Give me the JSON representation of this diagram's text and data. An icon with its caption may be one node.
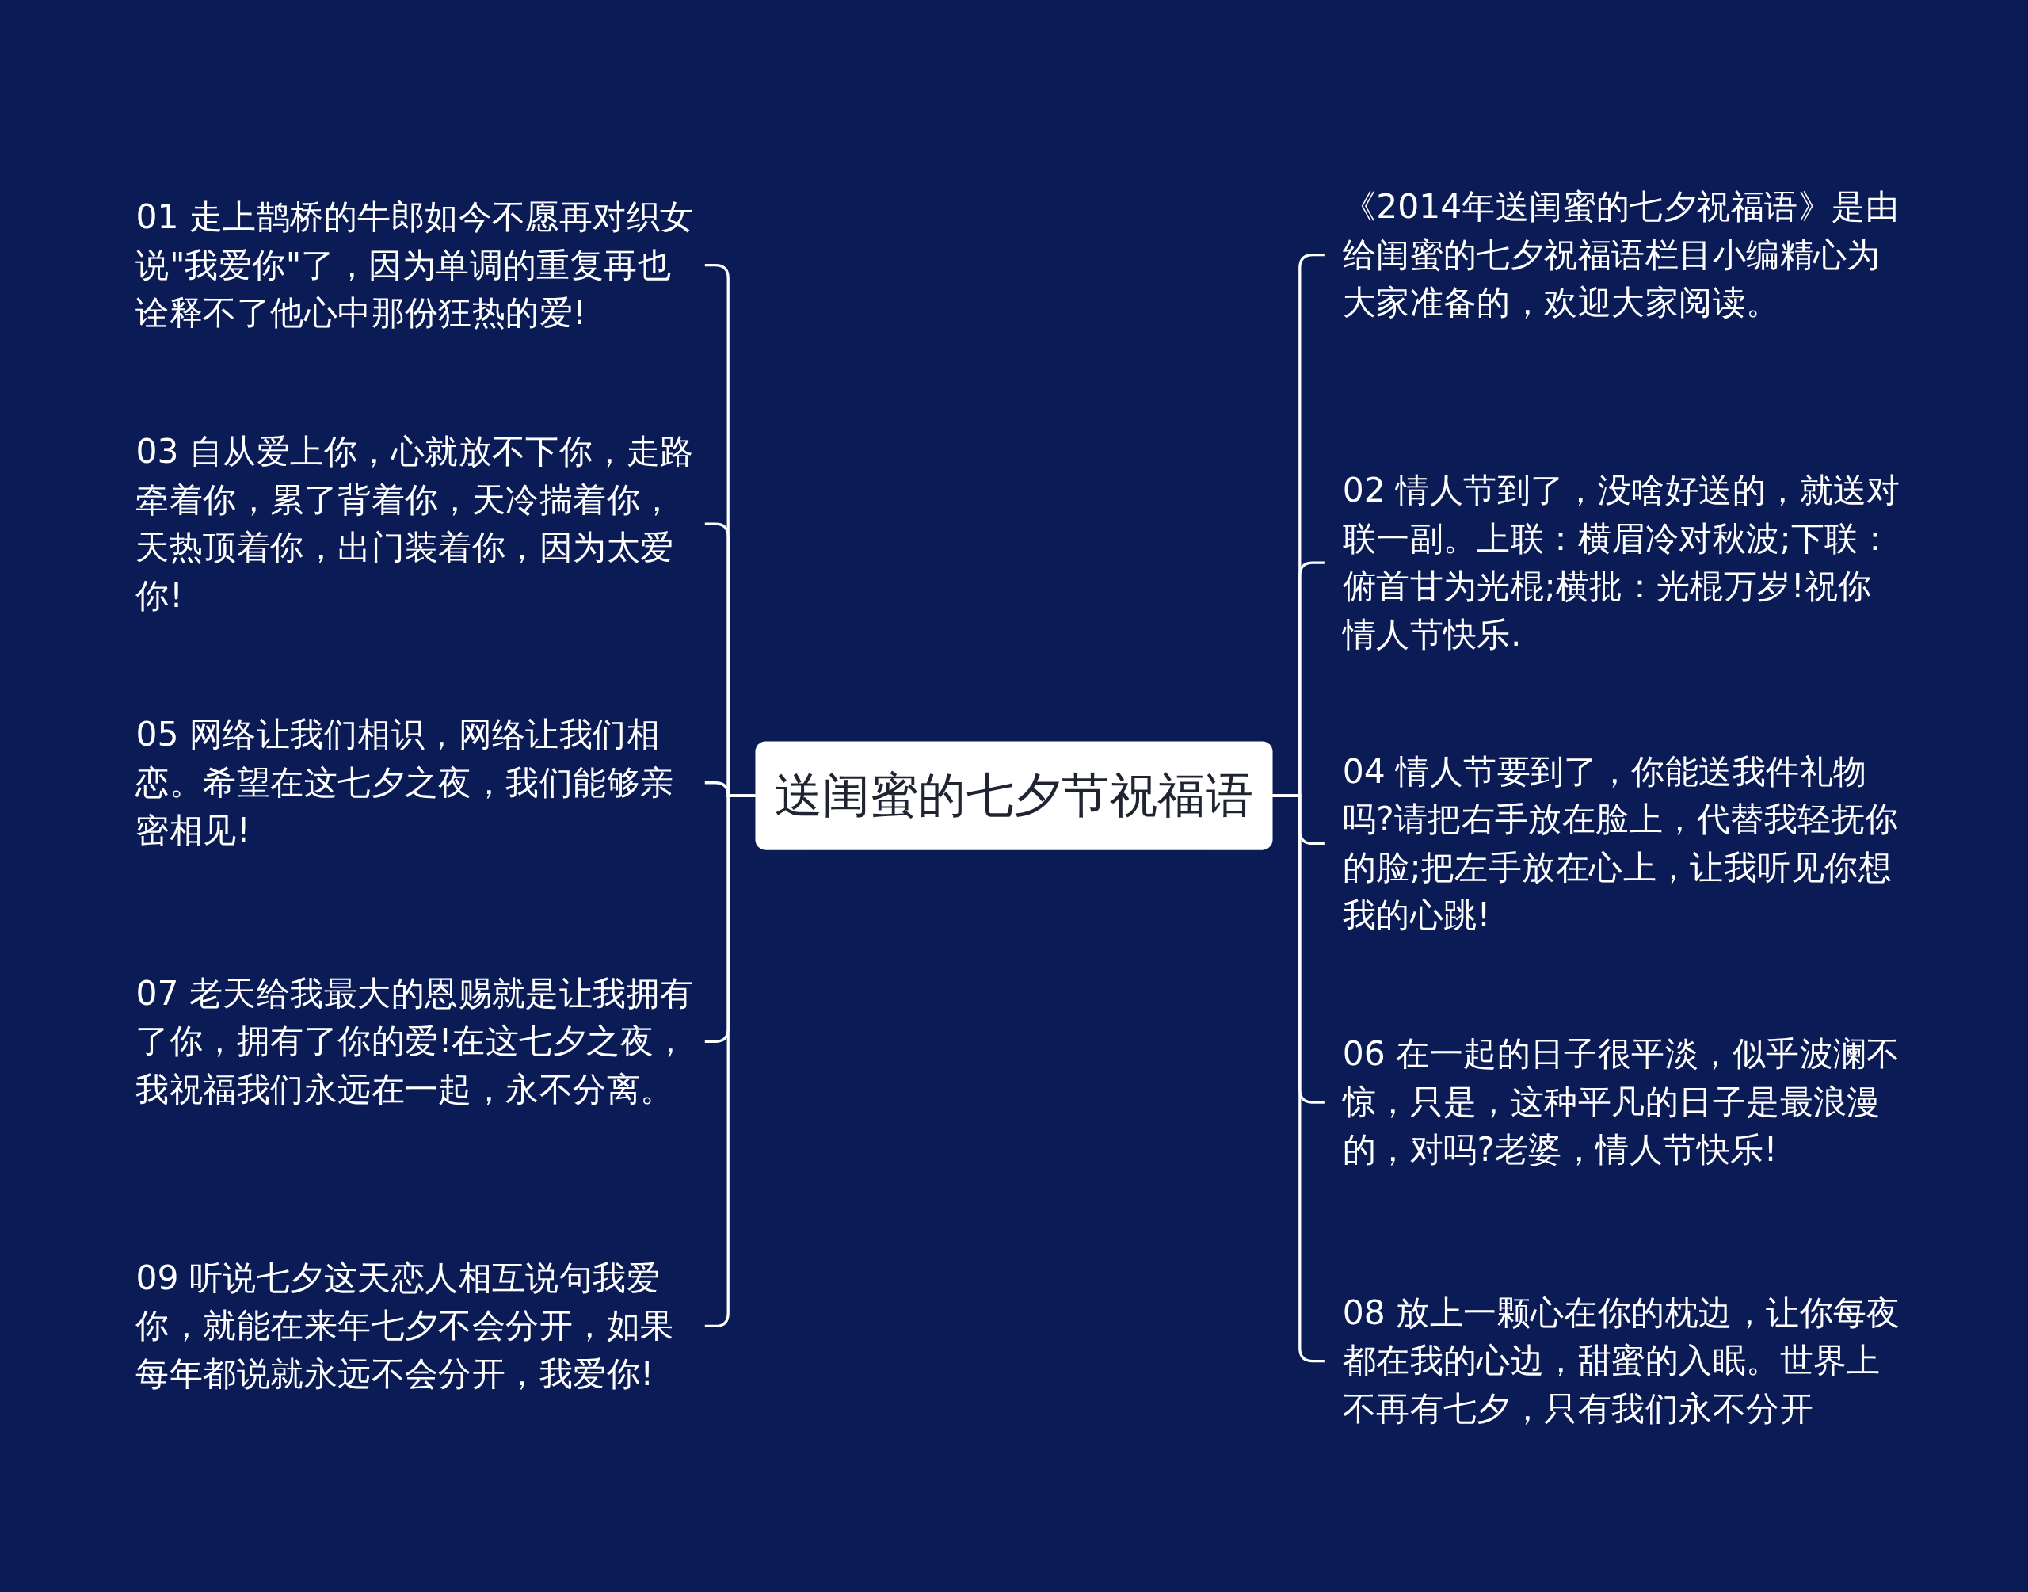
{
  "diagram": {
    "nodes": [
      {
        "text": [
          "送闺蜜的七夕节祝福语"
        ]
      },
      {
        "text": [
          "01 走上鹊桥的牛郎如今不愿再对织女说\"我爱你\"了，因为单调的重复再也诠释不了他心中那份狂热的爱!"
        ]
      },
      {
        "text": [
          "03 自从爱上你，心就放不下你，走路牵着你，累了背着你，天冷揣着你，天热顶着你，出门装着你，因为太爱你!"
        ]
      },
      {
        "text": [
          "05 网络让我们相识，网络让我们相恋。希望在这七夕之夜，我们能够亲密相见!"
        ]
      },
      {
        "text": [
          "07 老天给我最大的恩赐就是让我拥有了你，拥有了你的爱!在这七夕之夜，我祝福我们永远在一起，永不分离。"
        ]
      },
      {
        "text": [
          "09 听说七夕这天恋人相互说句我爱你，就能在来年七夕不会分开，如果每年都说就永远不会分开，我爱你!"
        ]
      },
      {
        "text": [
          "《2014年送闺蜜的七夕祝福语》是由给闺蜜的七夕祝福语栏目小编精心为大家准备的，欢迎大家阅读。"
        ]
      },
      {
        "text": [
          "02 情人节到了，没啥好送的，就送对联一副。上联：横眉冷对秋波;下联：俯首甘为光棍;横批：光棍万岁!祝你情人节快乐."
        ]
      },
      {
        "text": [
          "04 情人节要到了，你能送我件礼物吗?请把右手放在脸上，代替我轻抚你的脸;把左手放在心上，让我听见你想我的心跳!"
        ]
      },
      {
        "text": [
          "06 在一起的日子很平淡，似乎波澜不惊，只是，这种平凡的日子是最浪漫的，对吗?老婆，情人节快乐!"
        ]
      },
      {
        "text": [
          "08 放上一颗心在你的枕边，让你每夜都在我的心边，甜蜜的入眠。世界上不再有七夕，只有我们永不分开"
        ]
      }
    ],
    "edges": [
      {
        "from": 0,
        "to": 1,
        "arrow": "none"
      },
      {
        "from": 0,
        "to": 2,
        "arrow": "none"
      },
      {
        "from": 0,
        "to": 3,
        "arrow": "none"
      },
      {
        "from": 0,
        "to": 4,
        "arrow": "none"
      },
      {
        "from": 0,
        "to": 5,
        "arrow": "none"
      },
      {
        "from": 0,
        "to": 6,
        "arrow": "none"
      },
      {
        "from": 0,
        "to": 7,
        "arrow": "none"
      },
      {
        "from": 0,
        "to": 8,
        "arrow": "none"
      },
      {
        "from": 0,
        "to": 9,
        "arrow": "none"
      },
      {
        "from": 0,
        "to": 10,
        "arrow": "none"
      }
    ]
  }
}
